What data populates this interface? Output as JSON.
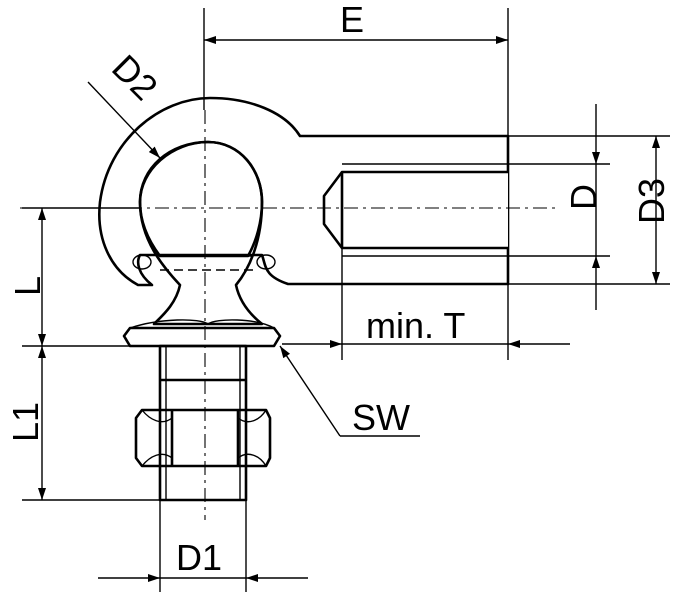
{
  "labels": {
    "e": "E",
    "d2": "D2",
    "d": "D",
    "d3": "D3",
    "l": "L",
    "min_t": "min. T",
    "l1": "L1",
    "sw": "SW",
    "d1": "D1"
  },
  "colors": {
    "ink": "#000000",
    "background": "#ffffff"
  }
}
